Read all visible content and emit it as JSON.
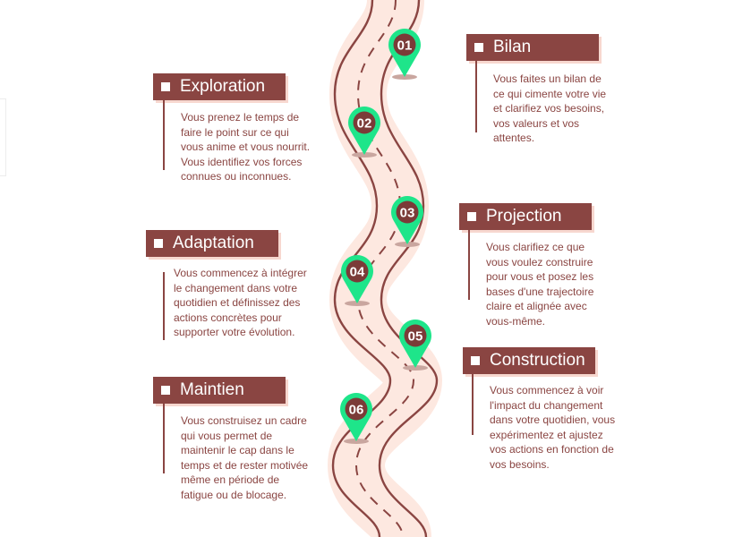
{
  "colors": {
    "brand": "#8a4542",
    "road_fill": "#fde8e0",
    "road_edge": "#8a4542",
    "pin": "#1ee58a",
    "pin_badge": "#7b3b38",
    "pin_shadow": "#c9a69f",
    "label_shadow": "#f7d7cf"
  },
  "steps": [
    {
      "number": "01",
      "title": "Bilan",
      "description": [
        "Vous faites un bilan de",
        "ce qui cimente votre vie",
        "et clarifiez vos besoins,",
        "vos valeurs et vos",
        "attentes."
      ]
    },
    {
      "number": "02",
      "title": "Exploration",
      "description": [
        "Vous prenez le temps de",
        "faire le point sur ce qui",
        "vous anime et vous nourrit.",
        "Vous identifiez vos forces",
        "connues ou inconnues."
      ]
    },
    {
      "number": "03",
      "title": "Projection",
      "description": [
        "Vous clarifiez ce que",
        "vous voulez construire",
        "pour vous et posez les",
        "bases d'une trajectoire",
        "claire et alignée avec",
        "vous-même."
      ]
    },
    {
      "number": "04",
      "title": "Adaptation",
      "description": [
        "Vous commencez à intégrer",
        "le changement dans votre",
        "quotidien et définissez des",
        "actions concrètes pour",
        "supporter votre évolution."
      ]
    },
    {
      "number": "05",
      "title": "Construction",
      "description": [
        "Vous commencez à voir",
        "l'impact du changement",
        "dans votre quotidien, vous",
        "expérimentez et ajustez",
        "vos actions en fonction de",
        "vos besoins."
      ]
    },
    {
      "number": "06",
      "title": "Maintien",
      "description": [
        "Vous construisez un cadre",
        "qui vous permet de",
        "maintenir le cap dans le",
        "temps et de rester motivée",
        "même en période de",
        "fatigue ou de blocage."
      ]
    }
  ]
}
